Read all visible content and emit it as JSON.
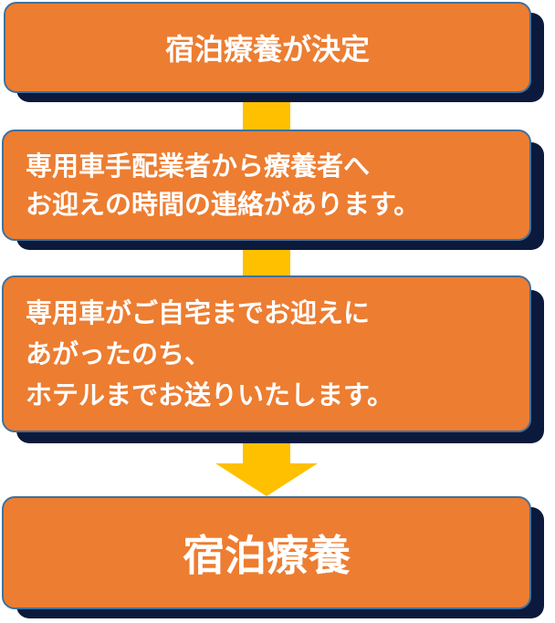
{
  "flow": {
    "step1": {
      "text": "宿泊療養が決定"
    },
    "step2": {
      "lines": [
        "専用車手配業者から療養者へ",
        "お迎えの時間の連絡があります。"
      ]
    },
    "step3": {
      "lines": [
        "専用車がご自宅までお迎えに",
        "あがったのち、",
        "ホテルまでお送りいたします。"
      ]
    },
    "step4": {
      "text": "宿泊療養"
    }
  },
  "colors": {
    "box_fill": "#ed7d31",
    "box_border": "#41719c",
    "shadow": "#0b1a3c",
    "connector": "#ffc000",
    "text": "#ffffff"
  }
}
